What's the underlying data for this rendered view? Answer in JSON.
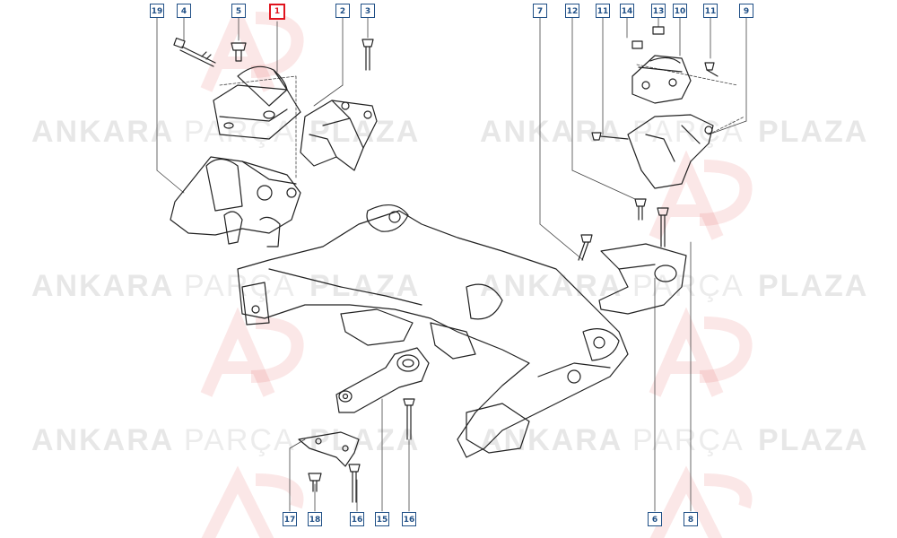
{
  "watermark": {
    "word1": "ANKARA",
    "word2": "PARÇA",
    "word3": "PLAZA"
  },
  "callouts": {
    "c19": "19",
    "c4": "4",
    "c5": "5",
    "c1": "1",
    "c2": "2",
    "c3": "3",
    "c7": "7",
    "c12": "12",
    "c11a": "11",
    "c14": "14",
    "c13": "13",
    "c10": "10",
    "c11b": "11",
    "c9": "9",
    "c17": "17",
    "c18": "18",
    "c16a": "16",
    "c15": "15",
    "c16b": "16",
    "c6": "6",
    "c8": "8"
  },
  "highlight_color": "#e0141e",
  "callout_color": "#1f4f86"
}
